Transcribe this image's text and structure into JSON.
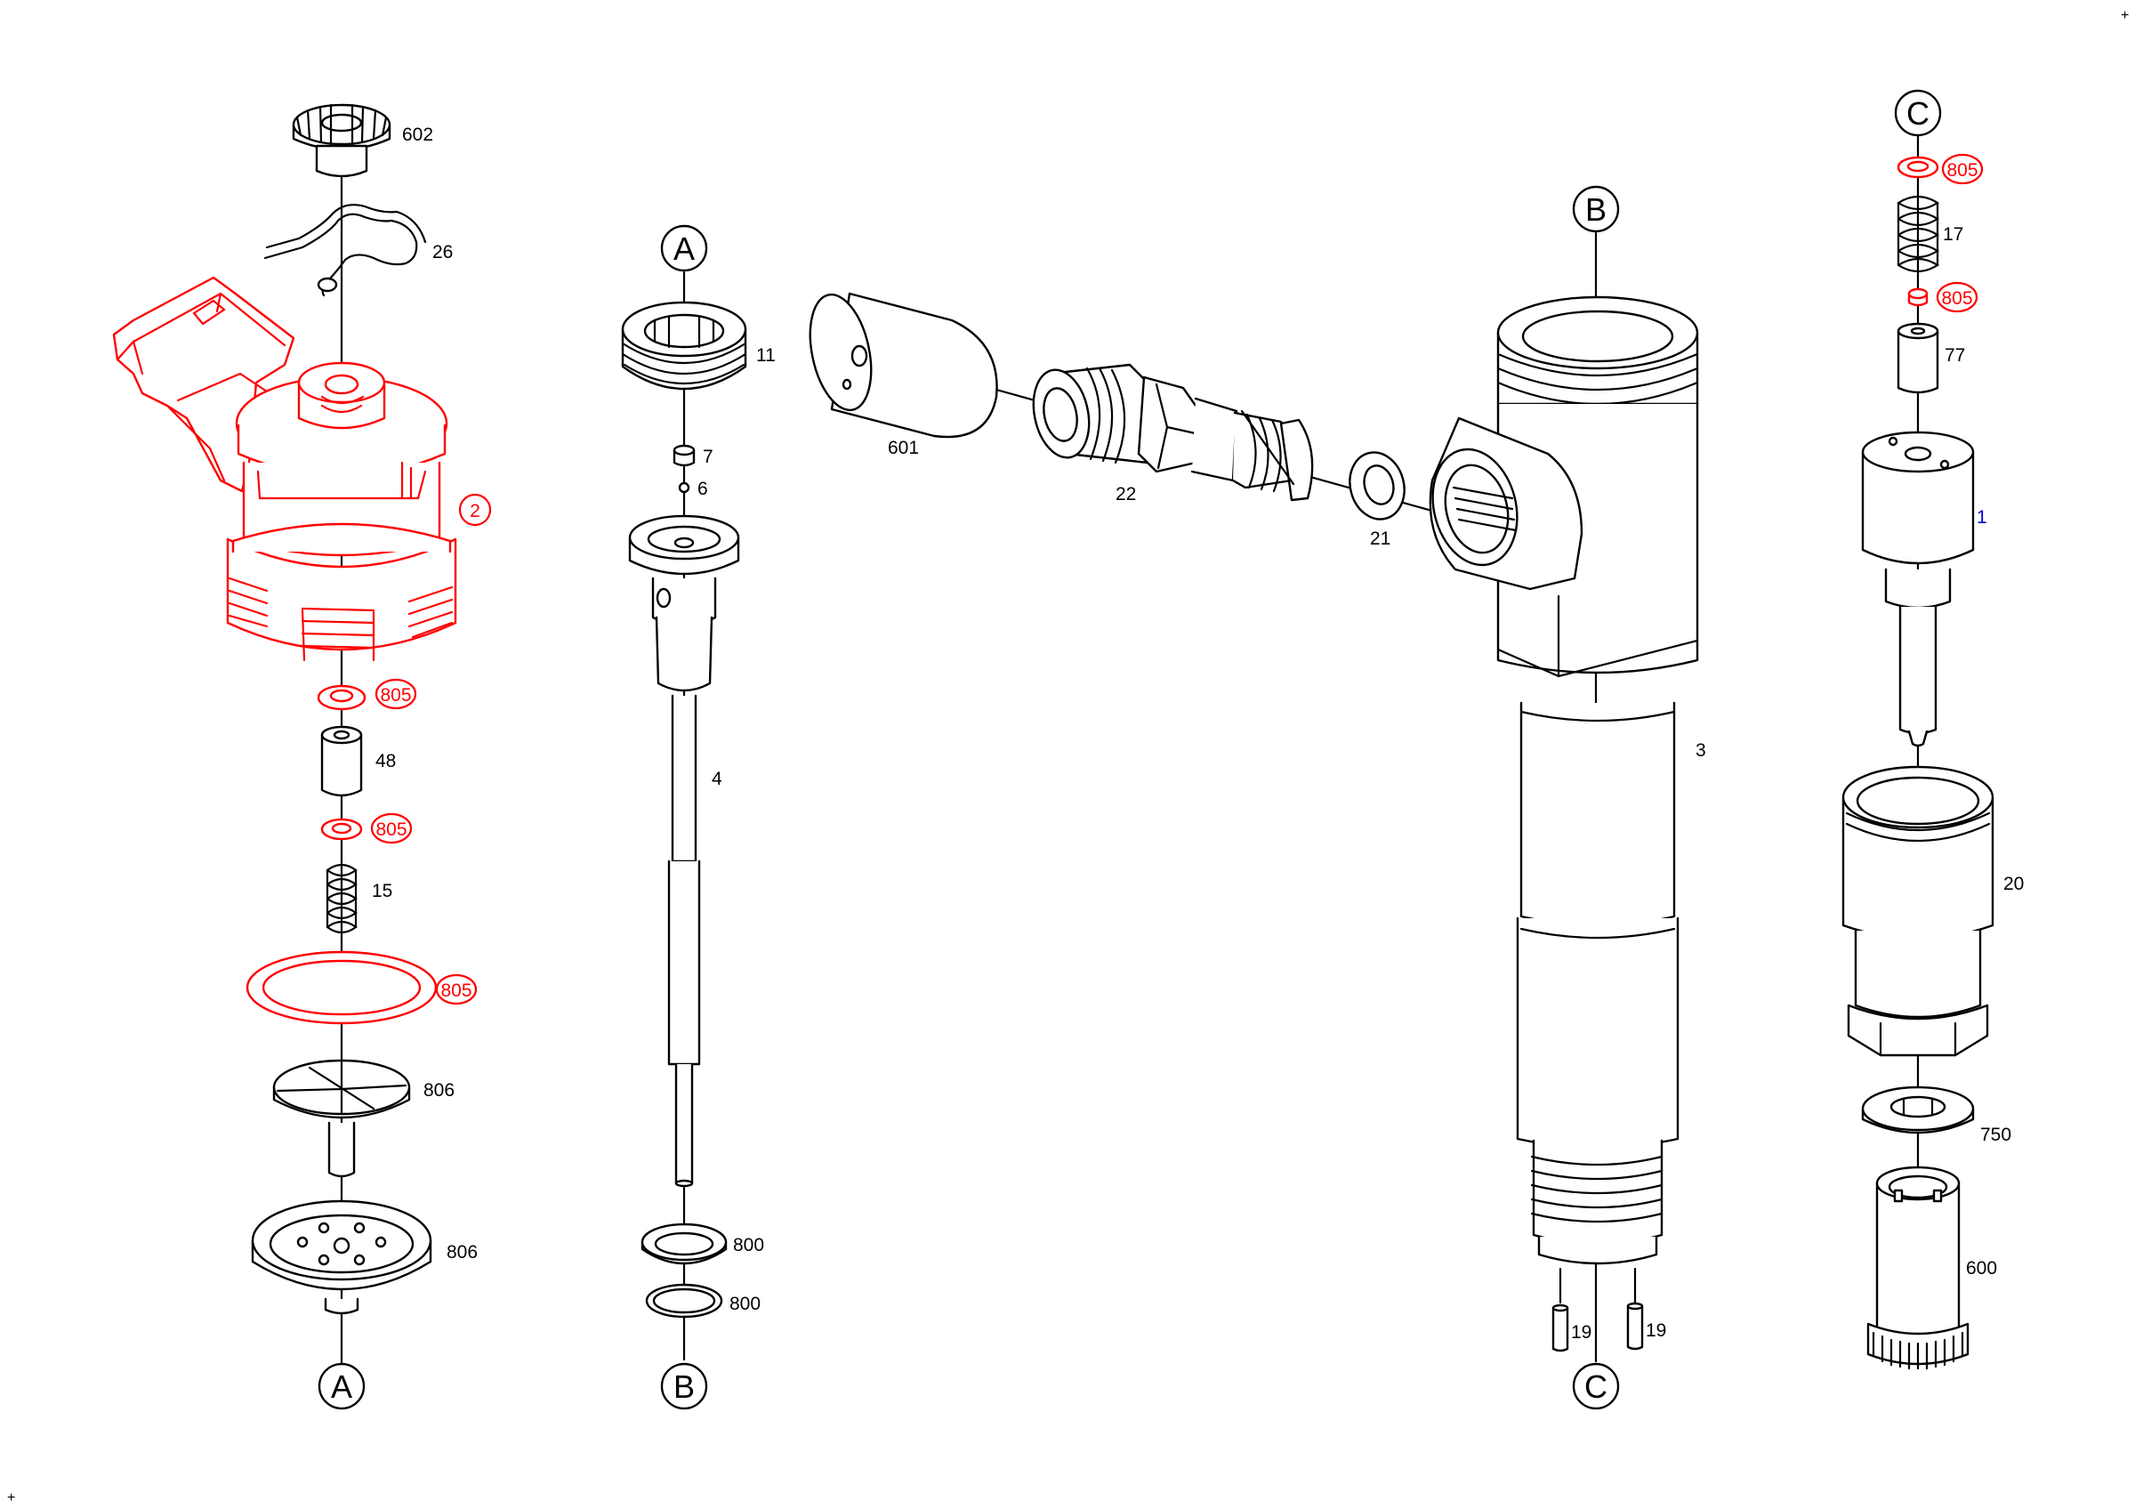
{
  "colors": {
    "line": "#000000",
    "highlight": "#ff0000",
    "main_part": "#0000cc",
    "background": "#ffffff"
  },
  "reference_markers": [
    "A",
    "A",
    "B",
    "B",
    "C",
    "C"
  ],
  "parts": {
    "p602": "602",
    "p26": "26",
    "p2": "2",
    "p805_a": "805",
    "p48": "48",
    "p805_b": "805",
    "p15": "15",
    "p805_c": "805",
    "p806_a": "806",
    "p806_b": "806",
    "p11": "11",
    "p7": "7",
    "p6": "6",
    "p4": "4",
    "p800_a": "800",
    "p800_b": "800",
    "p601": "601",
    "p22": "22",
    "p21": "21",
    "p3": "3",
    "p19_a": "19",
    "p19_b": "19",
    "p805_d": "805",
    "p17": "17",
    "p805_e": "805",
    "p77": "77",
    "p1": "1",
    "p20": "20",
    "p750": "750",
    "p600": "600"
  },
  "corner_marks": [
    "+",
    "+"
  ]
}
